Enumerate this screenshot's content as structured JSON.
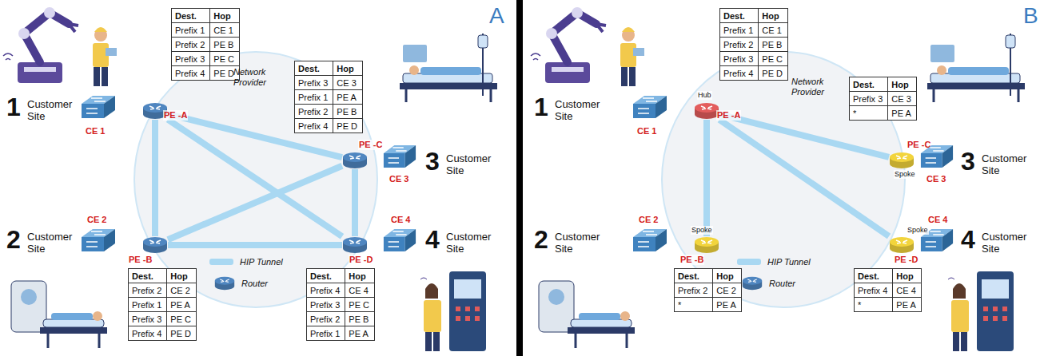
{
  "diagram": {
    "nodes": [
      {
        "text": [
          "Dest.",
          "Hop",
          "Prefix 1",
          "CE 1",
          "Prefix 2",
          "PE B",
          "Prefix 3",
          "PE C",
          "Prefix 4",
          "PE D"
        ]
      },
      {
        "text": [
          "CE 1"
        ]
      },
      {
        "text": [
          "PE -A"
        ]
      },
      {
        "text": [
          "Dest.",
          "Hop",
          "Prefix 3",
          "CE 3",
          "Prefix 1",
          "PE A",
          "Prefix 2",
          "PE B",
          "Prefix 4",
          "PE D"
        ]
      },
      {
        "text": [
          "PE -C"
        ]
      },
      {
        "text": [
          "CE 3"
        ]
      },
      {
        "text": [
          "CE 2"
        ]
      },
      {
        "text": [
          "PE -B"
        ]
      },
      {
        "text": [
          "CE 4"
        ]
      },
      {
        "text": [
          "PE -D"
        ]
      },
      {
        "text": [
          "Dest.",
          "Hop",
          "Prefix 2",
          "CE 2",
          "Prefix 1",
          "PE A",
          "Prefix 3",
          "PE C",
          "Prefix 4",
          "PE D"
        ]
      },
      {
        "text": [
          "Dest.",
          "Hop",
          "Prefix 4",
          "CE 4",
          "Prefix 3",
          "PE C",
          "Prefix 2",
          "PE B",
          "Prefix 1",
          "PE A"
        ]
      },
      {
        "text": [
          "Dest.",
          "Hop",
          "Prefix 1",
          "CE 1",
          "Prefix 2",
          "PE B",
          "Prefix 3",
          "PE C",
          "Prefix 4",
          "PE D"
        ]
      },
      {
        "text": [
          "CE 1"
        ]
      },
      {
        "text": [
          "Hub",
          "PE -A"
        ]
      },
      {
        "text": [
          "Dest.",
          "Hop",
          "Prefix 3",
          "CE 3",
          "*",
          "PE A"
        ]
      },
      {
        "text": [
          "PE -C",
          "Spoke"
        ]
      },
      {
        "text": [
          "CE 3"
        ]
      },
      {
        "text": [
          "CE 2"
        ]
      },
      {
        "text": [
          "Spoke",
          "PE -B"
        ]
      },
      {
        "text": [
          "CE 4"
        ]
      },
      {
        "text": [
          "Spoke",
          "PE -D"
        ]
      },
      {
        "text": [
          "Dest.",
          "Hop",
          "Prefix 2",
          "CE 2",
          "*",
          "PE A"
        ]
      },
      {
        "text": [
          "Dest.",
          "Hop",
          "Prefix 4",
          "CE 4",
          "*",
          "PE A"
        ]
      }
    ],
    "edges": [
      {
        "from": 2,
        "to": 7,
        "arrow": "none"
      },
      {
        "from": 2,
        "to": 4,
        "arrow": "none"
      },
      {
        "from": 2,
        "to": 9,
        "arrow": "none"
      },
      {
        "from": 7,
        "to": 4,
        "arrow": "none"
      },
      {
        "from": 7,
        "to": 9,
        "arrow": "none"
      },
      {
        "from": 4,
        "to": 9,
        "arrow": "none"
      },
      {
        "from": 14,
        "to": 19,
        "arrow": "none"
      },
      {
        "from": 14,
        "to": 16,
        "arrow": "none"
      },
      {
        "from": 14,
        "to": 21,
        "arrow": "none"
      }
    ],
    "labels": [
      "A",
      "1",
      "Customer Site",
      "Network Provider",
      "3",
      "Customer Site",
      "2",
      "Customer Site",
      "4",
      "Customer Site",
      "B",
      "1",
      "Customer Site",
      "Network Provider",
      "3",
      "Customer Site",
      "2",
      "Customer Site",
      "4",
      "Customer Site"
    ],
    "legend": [
      {
        "text": "HIP Tunnel",
        "color": "#a9d8f2"
      },
      {
        "text": "Router"
      },
      {
        "text": "HIP Tunnel",
        "color": "#a9d8f2"
      },
      {
        "text": "Router"
      }
    ]
  }
}
